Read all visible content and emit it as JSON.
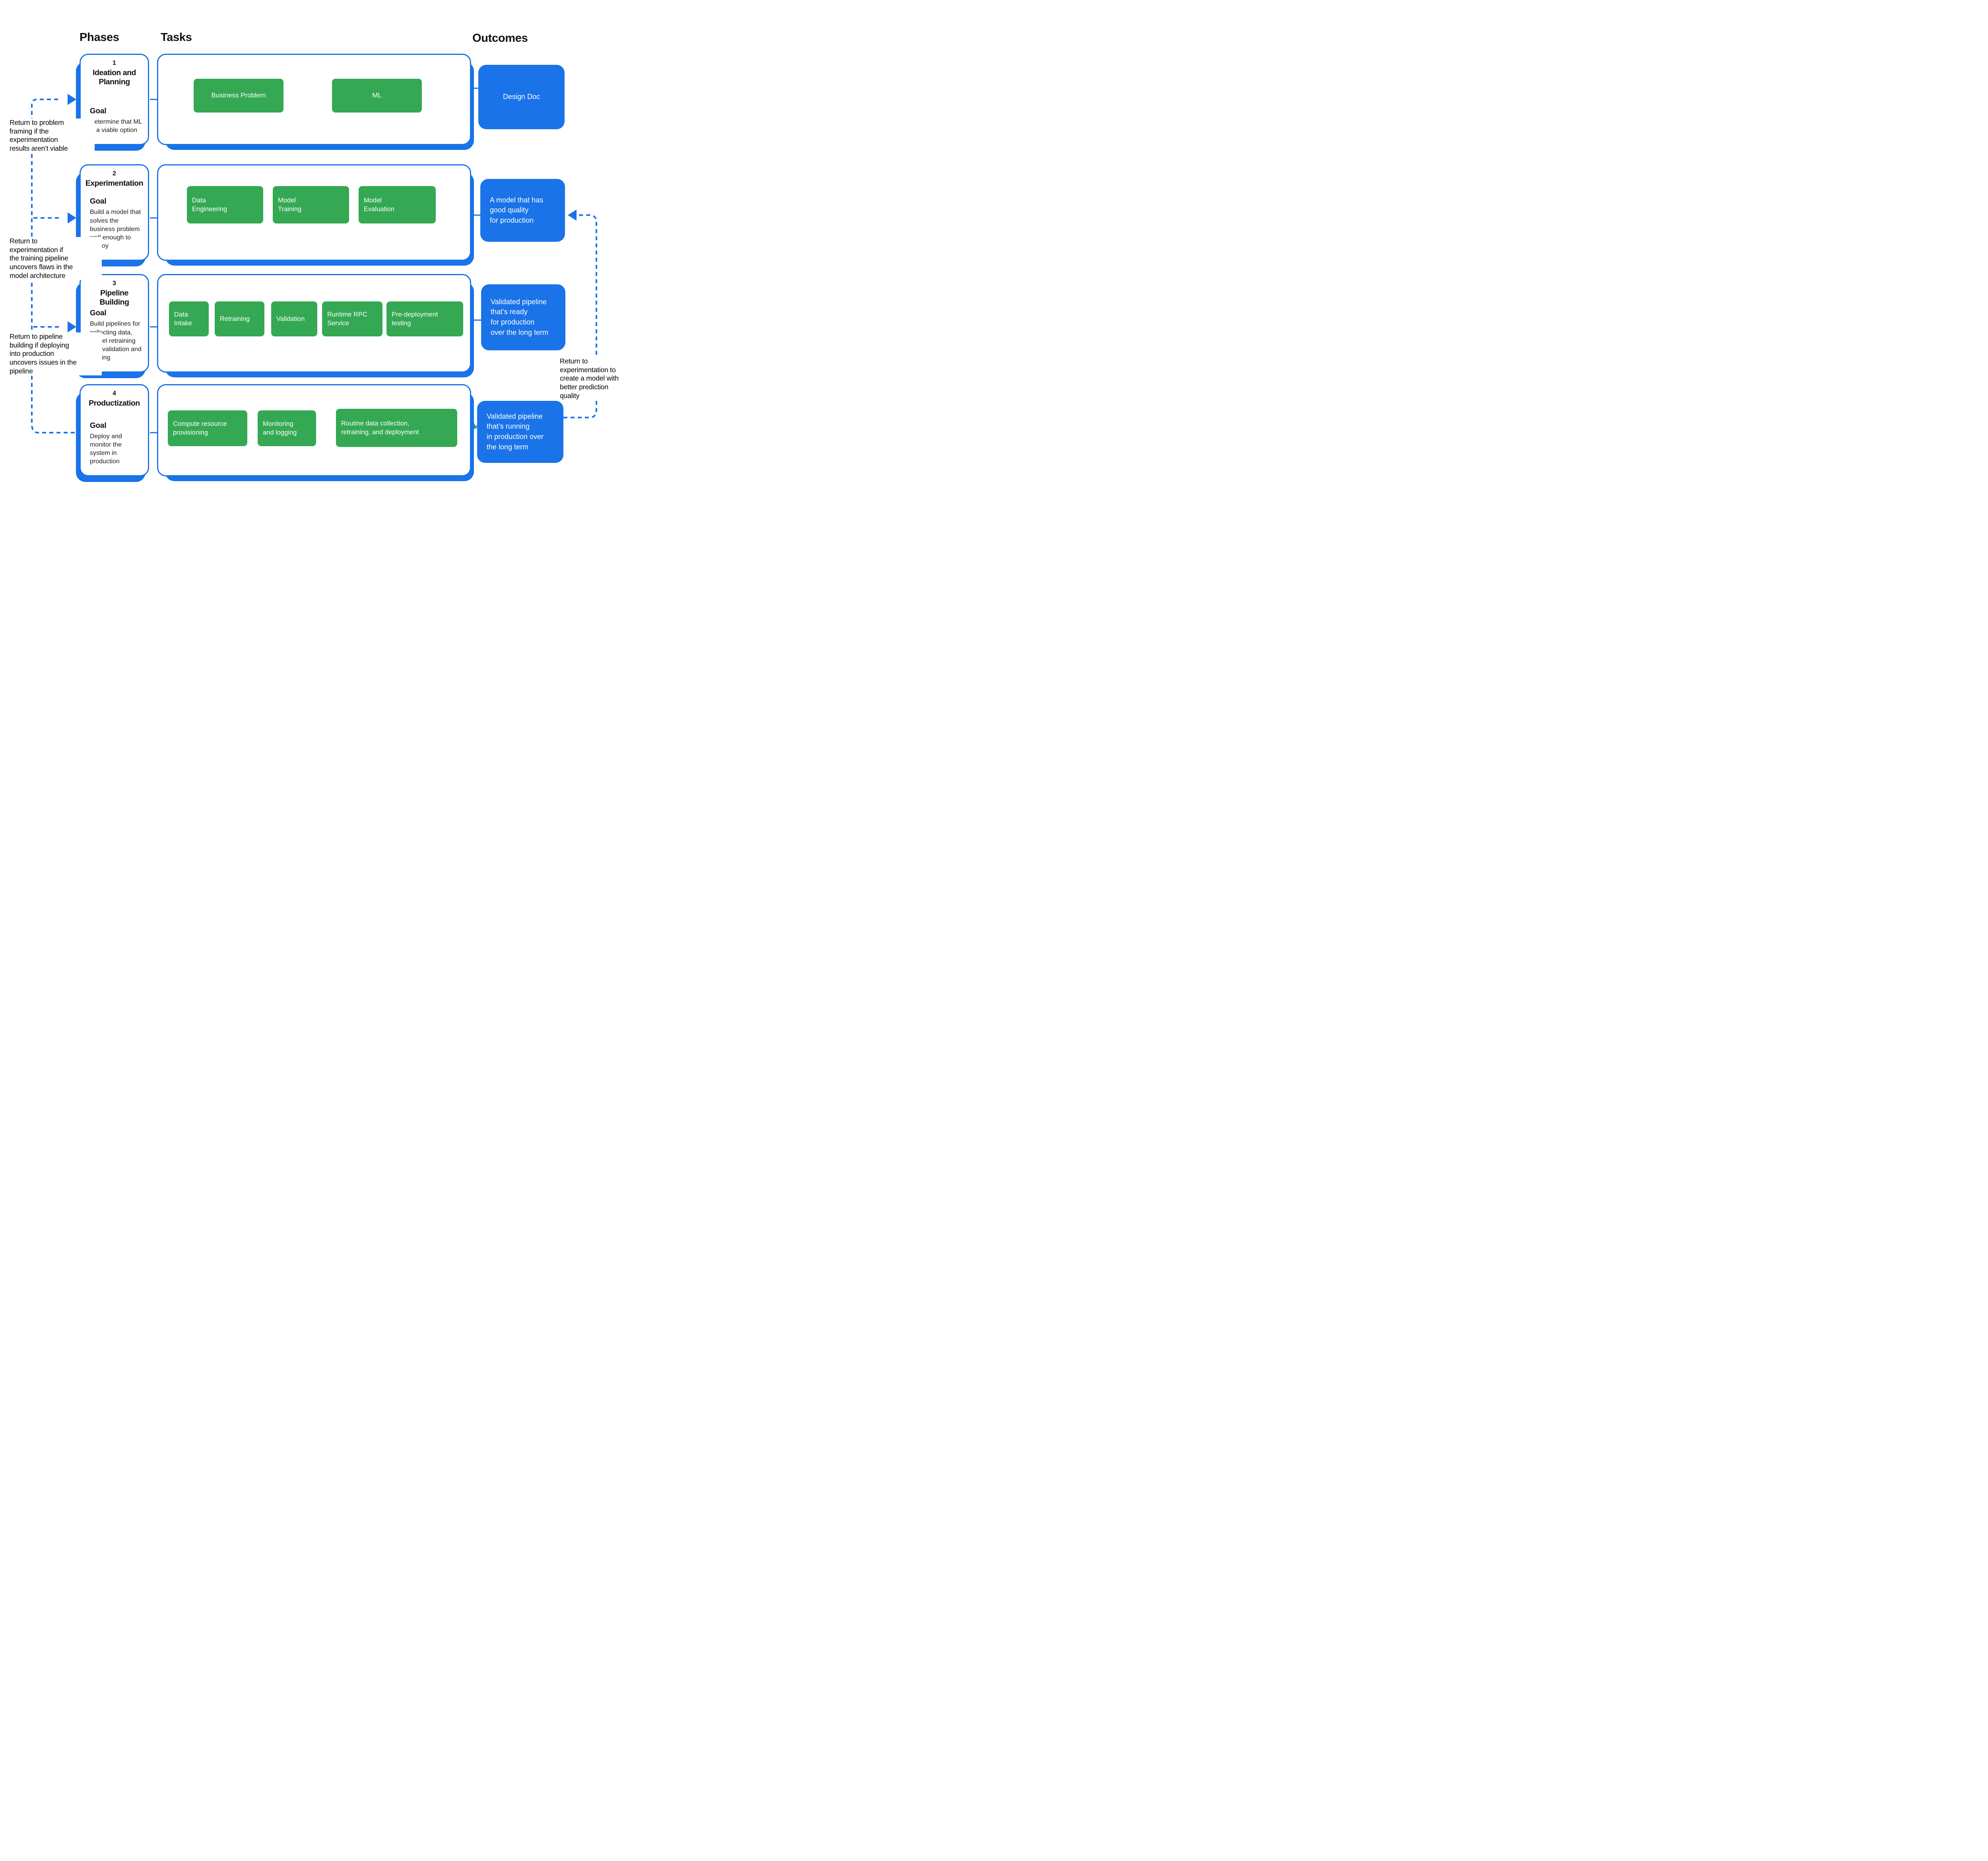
{
  "headers": {
    "phases": "Phases",
    "tasks": "Tasks",
    "outcomes": "Outcomes"
  },
  "phases": [
    {
      "number": "1",
      "title": "Ideation and Planning",
      "goal_label": "Goal",
      "goal_text": "Determine that ML is a viable option"
    },
    {
      "number": "2",
      "title": "Experimentation",
      "goal_label": "Goal",
      "goal_text": "Build a model that solves the business problem well enough to deploy"
    },
    {
      "number": "3",
      "title": "Pipeline Building",
      "goal_label": "Goal",
      "goal_text": "Build pipelines for collecting data, model retraining and validation and serving"
    },
    {
      "number": "4",
      "title": "Productization",
      "goal_label": "Goal",
      "goal_text": "Deploy and monitor the system in production"
    }
  ],
  "task_rows": [
    {
      "items": [
        "Business Problem",
        "ML"
      ]
    },
    {
      "items": [
        "Data\nEngineering",
        "Model\nTraining",
        "Model\nEvaluation"
      ]
    },
    {
      "items": [
        "Data\nIntake",
        "Retraining",
        "Validation",
        "Runtime RPC\nService",
        "Pre-deployment\ntesting"
      ]
    },
    {
      "items": [
        "Compute resource\nprovisioning",
        "Monitoring\nand logging",
        "Routine data collection,\nretraining, and deployment"
      ]
    }
  ],
  "outcomes": [
    {
      "text": "Design Doc"
    },
    {
      "text": "A model that has\ngood quality\nfor production"
    },
    {
      "text": "Validated pipeline\nthat’s ready\nfor production\nover the long term"
    },
    {
      "text": "Validated pipeline\nthat’s running\nin production over\nthe long term"
    }
  ],
  "annotations": {
    "left1": "Return to problem\nframing if the\nexperimentation\nresults aren’t viable",
    "left2": "Return to\nexperimentation if\nthe training pipeline\nuncovers flaws in the\nmodel architecture",
    "left3": "Return to pipeline\nbuilding if deploying\ninto production\nuncovers issues in the\npipeline",
    "right": "Return to\nexperimentation to\ncreate a model with\nbetter prediction\nquality"
  },
  "colors": {
    "task_green": "#34A853",
    "outcome_blue": "#1A73E8",
    "line_blue": "#1A73E8",
    "text_black": "#111111"
  }
}
